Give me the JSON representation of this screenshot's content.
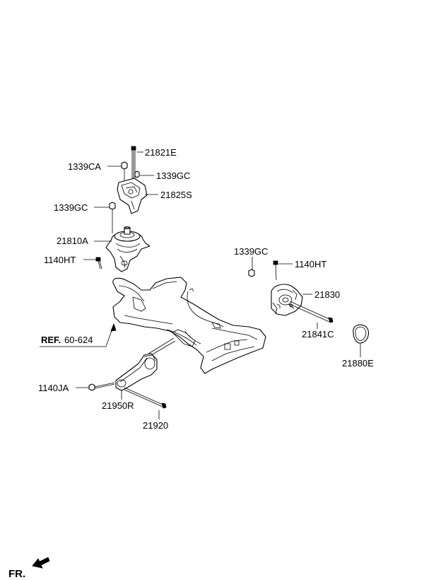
{
  "labels": {
    "l21821e": "21821E",
    "l1339ca": "1339CA",
    "l1339gc_a": "1339GC",
    "l21825s": "21825S",
    "l1339gc_b": "1339GC",
    "l21810a": "21810A",
    "l1140ht_a": "1140HT",
    "l1339gc_c": "1339GC",
    "l1140ht_b": "1140HT",
    "l21830": "21830",
    "l21841c": "21841C",
    "l21880e": "21880E",
    "l1140ja": "1140JA",
    "l21950r": "21950R",
    "l21920": "21920"
  },
  "reference": {
    "prefix": "REF.",
    "code": "60-624"
  },
  "direction": {
    "label": "FR."
  }
}
